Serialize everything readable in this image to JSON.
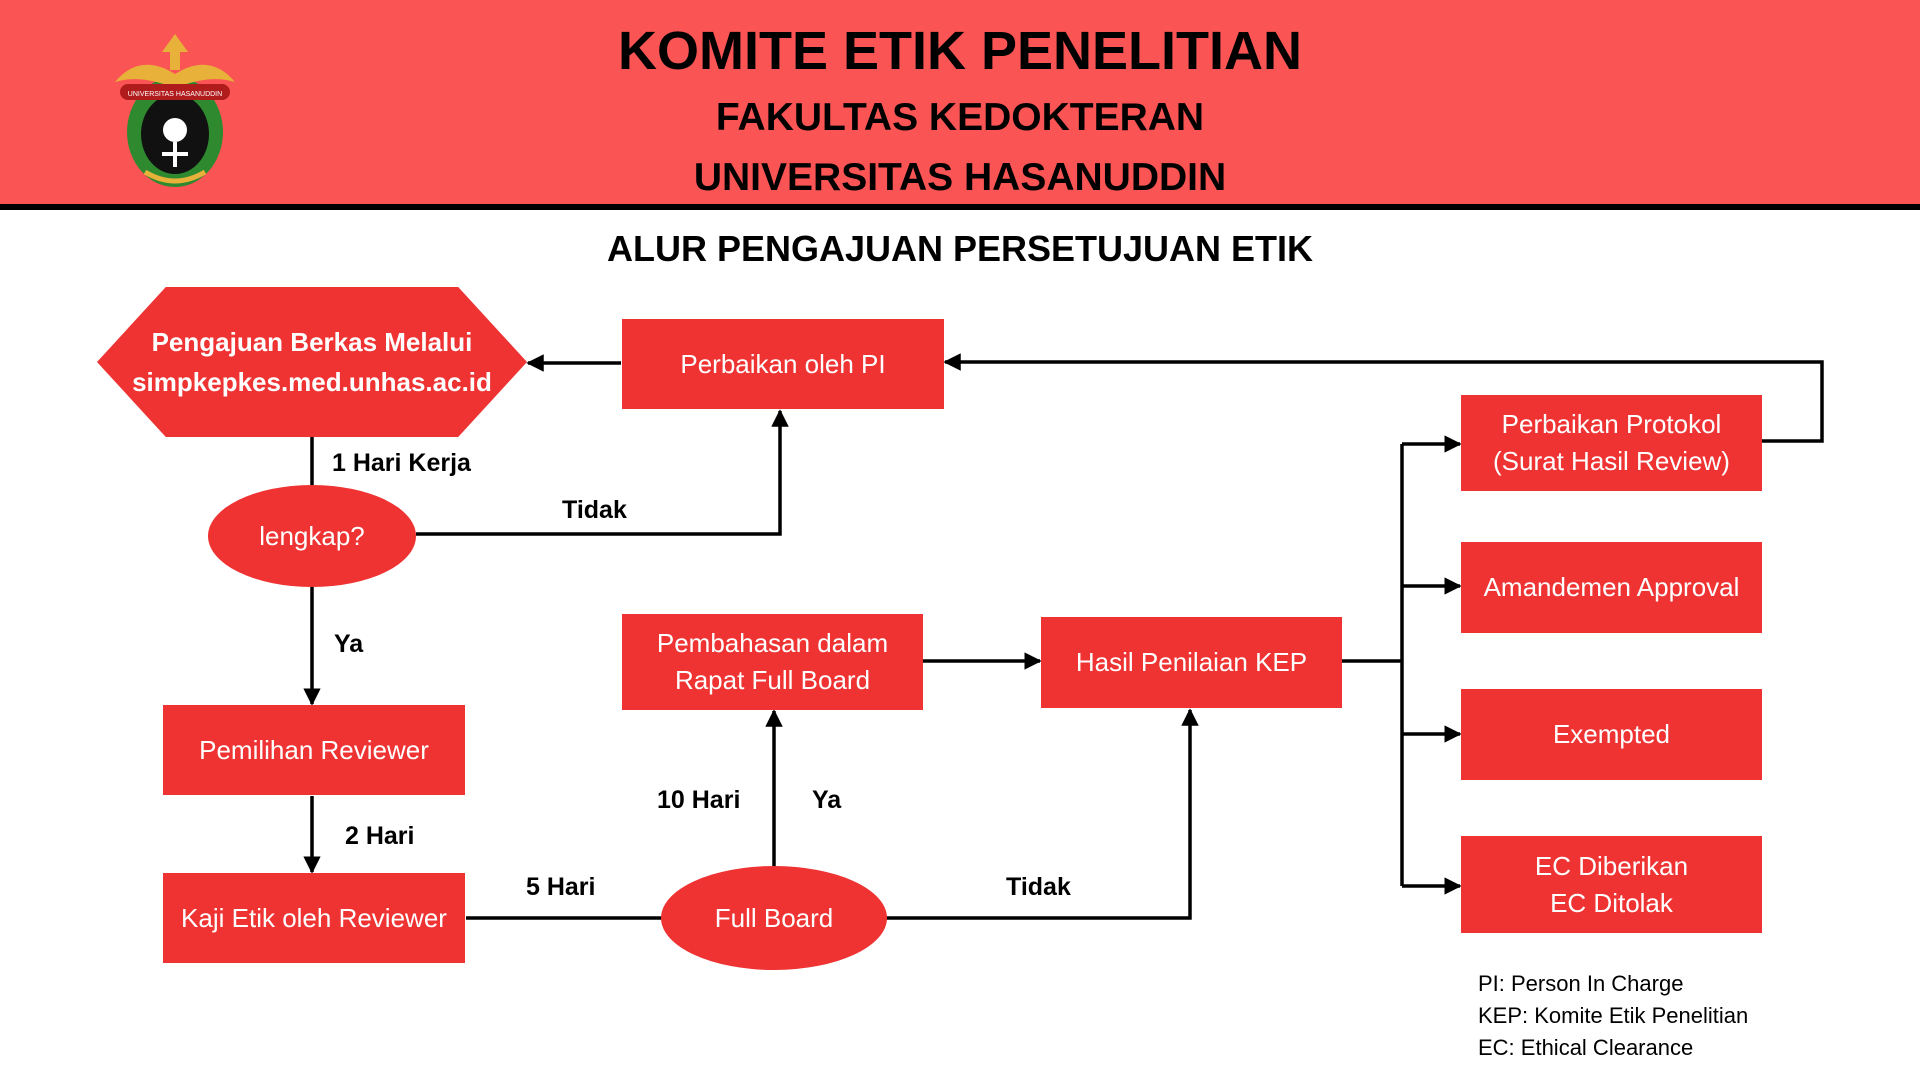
{
  "header": {
    "title": "KOMITE ETIK PENELITIAN",
    "subtitle1": "FAKULTAS KEDOKTERAN",
    "subtitle2": "UNIVERSITAS HASANUDDIN",
    "logo_text": "UNIVERSITAS HASANUDDIN"
  },
  "flow_title": "ALUR PENGAJUAN PERSETUJUAN ETIK",
  "nodes": {
    "submit": "Pengajuan Berkas Melalui\nsimpkepkes.med.unhas.ac.id",
    "revision_pi": "Perbaikan oleh PI",
    "complete": "lengkap?",
    "reviewer_selection": "Pemilihan Reviewer",
    "ethics_review": "Kaji Etik oleh Reviewer",
    "full_board": "Full Board",
    "full_board_meeting": "Pembahasan dalam\nRapat Full Board",
    "kep_result": "Hasil Penilaian KEP",
    "protocol_revision": "Perbaikan Protokol\n(Surat Hasil Review)",
    "amendment": "Amandemen Approval",
    "exempted": "Exempted",
    "ec_result": "EC Diberikan\nEC Ditolak"
  },
  "edge_labels": {
    "one_day": "1 Hari Kerja",
    "no_complete": "Tidak",
    "yes_complete": "Ya",
    "two_days": "2 Hari",
    "five_days": "5 Hari",
    "ten_days": "10 Hari",
    "yes_full_board": "Ya",
    "no_full_board": "Tidak"
  },
  "legend": [
    "PI: Person In Charge",
    "KEP: Komite Etik Penelitian",
    "EC: Ethical Clearance"
  ],
  "colors": {
    "header_bg": "#fb5454",
    "node_fill": "#ef3333",
    "node_text": "#ffffff",
    "line": "#000000"
  }
}
